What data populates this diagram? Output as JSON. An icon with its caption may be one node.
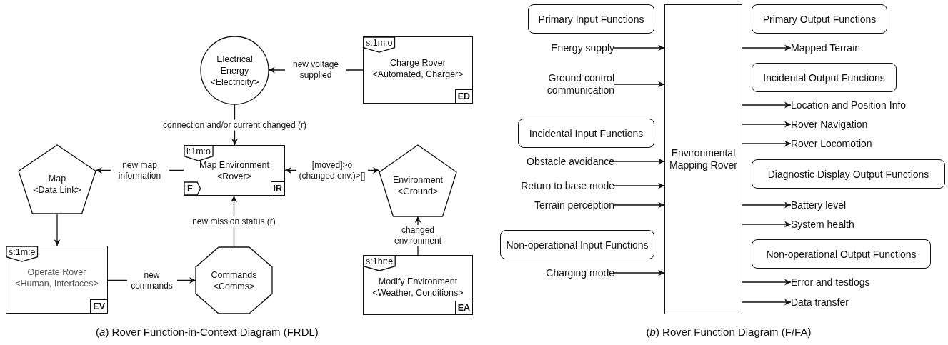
{
  "diagram": {
    "nodes": [
      {
        "text": [
          "Electrical Energy",
          "<Electricity>"
        ]
      },
      {
        "text": [
          "s:1m:o",
          "Charge Rover",
          "<Automated, Charger>",
          "ED"
        ]
      },
      {
        "text": [
          "Map",
          "<Data Link>"
        ]
      },
      {
        "text": [
          "i:1m:o",
          "Map Environment",
          "<Rover>",
          "F",
          "IR"
        ]
      },
      {
        "text": [
          "Environment",
          "<Ground>"
        ]
      },
      {
        "text": [
          "s:1m:e",
          "Operate Rover",
          "<Human, Interfaces>",
          "EV"
        ]
      },
      {
        "text": [
          "Commands",
          "<Comms>"
        ]
      },
      {
        "text": [
          "s:1hr:e",
          "Modify Environment",
          "<Weather, Conditions>",
          "EA"
        ]
      },
      {
        "text": [
          "Primary Input Functions"
        ]
      },
      {
        "text": [
          "Incidental Input Functions"
        ]
      },
      {
        "text": [
          "Non-operational Input Functions"
        ]
      },
      {
        "text": [
          "Environmental Mapping Rover"
        ]
      },
      {
        "text": [
          "Primary Output Functions"
        ]
      },
      {
        "text": [
          "Incidental Output Functions"
        ]
      },
      {
        "text": [
          "Diagnostic Display Output Functions"
        ]
      },
      {
        "text": [
          "Non-operational Output Functions"
        ]
      },
      {
        "text": [
          "Energy supply"
        ]
      },
      {
        "text": [
          "Ground control communication"
        ]
      },
      {
        "text": [
          "Obstacle avoidance"
        ]
      },
      {
        "text": [
          "Return to base mode"
        ]
      },
      {
        "text": [
          "Terrain perception"
        ]
      },
      {
        "text": [
          "Charging mode"
        ]
      },
      {
        "text": [
          "Mapped Terrain"
        ]
      },
      {
        "text": [
          "Location and Position Info"
        ]
      },
      {
        "text": [
          "Rover Navigation"
        ]
      },
      {
        "text": [
          "Rover Locomotion"
        ]
      },
      {
        "text": [
          "Battery level"
        ]
      },
      {
        "text": [
          "System health"
        ]
      },
      {
        "text": [
          "Error and testlogs"
        ]
      },
      {
        "text": [
          "Data transfer"
        ]
      }
    ],
    "edges": [
      {
        "from": 1,
        "to": 0,
        "arrow": "to",
        "label": "new voltage supplied"
      },
      {
        "from": 0,
        "to": 3,
        "arrow": "to",
        "label": "connection and/or current changed (r)"
      },
      {
        "from": 3,
        "to": 2,
        "arrow": "to",
        "label": "new map information"
      },
      {
        "from": 3,
        "to": 4,
        "arrow": "both",
        "label": "[moved]>o (changed env.)>[]"
      },
      {
        "from": 2,
        "to": 5,
        "arrow": "to"
      },
      {
        "from": 5,
        "to": 6,
        "arrow": "to",
        "label": "new commands"
      },
      {
        "from": 6,
        "to": 3,
        "arrow": "to",
        "label": "new mission status (r)"
      },
      {
        "from": 7,
        "to": 4,
        "arrow": "to",
        "label": "changed environment"
      },
      {
        "from": 16,
        "to": 11,
        "arrow": "to"
      },
      {
        "from": 17,
        "to": 11,
        "arrow": "to"
      },
      {
        "from": 18,
        "to": 11,
        "arrow": "to"
      },
      {
        "from": 19,
        "to": 11,
        "arrow": "to"
      },
      {
        "from": 20,
        "to": 11,
        "arrow": "to"
      },
      {
        "from": 21,
        "to": 11,
        "arrow": "to"
      },
      {
        "from": 11,
        "to": 22,
        "arrow": "to"
      },
      {
        "from": 11,
        "to": 23,
        "arrow": "to"
      },
      {
        "from": 11,
        "to": 24,
        "arrow": "to"
      },
      {
        "from": 11,
        "to": 25,
        "arrow": "to"
      },
      {
        "from": 11,
        "to": 26,
        "arrow": "to"
      },
      {
        "from": 11,
        "to": 27,
        "arrow": "to"
      },
      {
        "from": 11,
        "to": 28,
        "arrow": "to"
      },
      {
        "from": 11,
        "to": 29,
        "arrow": "to"
      }
    ],
    "labels": [
      "(*a*) Rover Function-in-Context Diagram (FRDL)",
      "(*b*) Rover Function Diagram (F/FA)"
    ]
  }
}
